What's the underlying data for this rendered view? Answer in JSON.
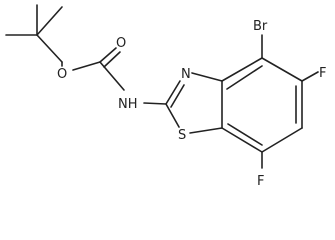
{
  "molecule": {
    "atom_labels": {
      "carbonyl_oxygen": "O",
      "ester_oxygen": "O",
      "amide_nitrogen": "NH",
      "thiazole_nitrogen": "N",
      "thiazole_sulfur": "S",
      "bromine": "Br",
      "fluorine_5": "F",
      "fluorine_7": "F"
    }
  }
}
